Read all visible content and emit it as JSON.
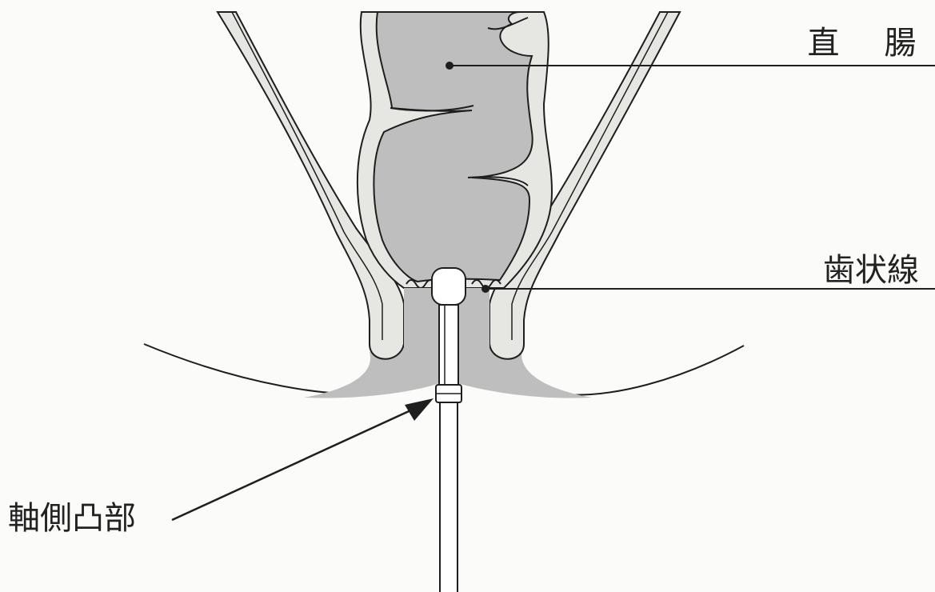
{
  "labels": {
    "rectum": "直 腸",
    "dentate_line": "歯状線",
    "shaft_protrusion": "軸側凸部"
  },
  "colors": {
    "background": "#fbfbf9",
    "tissue_fill": "#bebebe",
    "wall_fill": "#e6e6e2",
    "line": "#1e1e1e",
    "device_fill": "#ffffff"
  }
}
